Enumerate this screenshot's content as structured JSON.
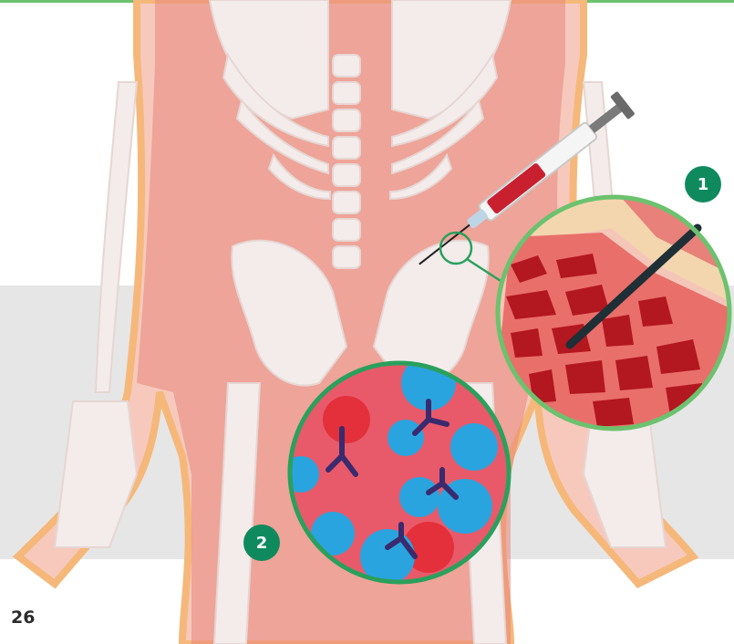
{
  "badges": {
    "step1": "1",
    "step2": "2"
  },
  "page_number": "26",
  "colors": {
    "accent_green": "#0f8a5f",
    "ring_green": "#6cc26e",
    "body_tissue": "#e87a6e",
    "bone": "#f3f3f3",
    "syringe_fluid": "#c9202f",
    "blood_plasma": "#e85a6a",
    "immune_cell": "#2aa4df",
    "antibody": "#3a2a6e"
  },
  "icons": {
    "syringe": "syringe-icon",
    "skeleton": "skeleton-illustration",
    "skin_zoom": "skin-cross-section",
    "blood_zoom": "bloodstream-with-antibodies"
  }
}
